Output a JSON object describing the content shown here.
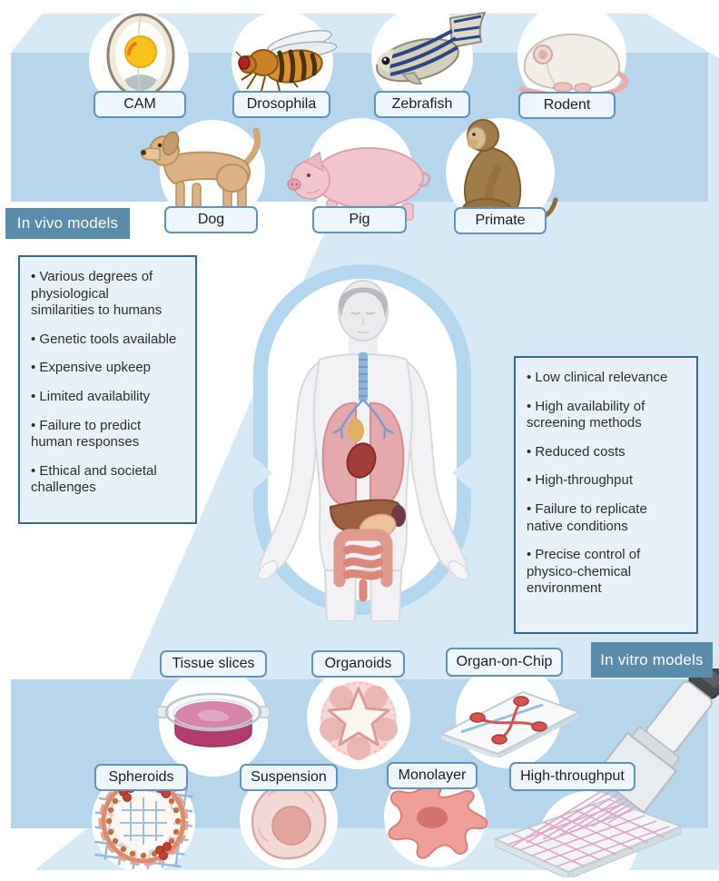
{
  "in_vivo": {
    "badge_label": "In vivo models",
    "models": [
      {
        "label": "CAM",
        "icon": "cam-egg-icon"
      },
      {
        "label": "Drosophila",
        "icon": "drosophila-fly-icon"
      },
      {
        "label": "Zebrafish",
        "icon": "zebrafish-icon"
      },
      {
        "label": "Rodent",
        "icon": "rodent-mouse-icon"
      },
      {
        "label": "Dog",
        "icon": "dog-icon"
      },
      {
        "label": "Pig",
        "icon": "pig-icon"
      },
      {
        "label": "Primate",
        "icon": "primate-monkey-icon"
      }
    ],
    "notes": [
      "• Various degrees of\nphysiological\nsimilarities to humans",
      "• Genetic tools available",
      "• Expensive upkeep",
      "• Limited availability",
      "• Failure to predict\nhuman responses",
      "• Ethical and societal\nchallenges"
    ]
  },
  "in_vitro": {
    "badge_label": "In vitro models",
    "models": [
      {
        "label": "Tissue slices",
        "icon": "tissue-slices-dish-icon"
      },
      {
        "label": "Organoids",
        "icon": "organoid-icon"
      },
      {
        "label": "Organ-on-Chip",
        "icon": "organ-on-chip-icon"
      },
      {
        "label": "Spheroids",
        "icon": "spheroid-icon"
      },
      {
        "label": "Suspension",
        "icon": "suspension-cell-icon"
      },
      {
        "label": "Monolayer",
        "icon": "monolayer-cell-icon"
      },
      {
        "label": "High-throughput",
        "icon": "high-throughput-pipette-icon"
      }
    ],
    "notes": [
      "• Low clinical relevance",
      "• High availability of\nscreening methods",
      "• Reduced costs",
      "• High-throughput",
      "• Failure to replicate\nnative conditions",
      "• Precise control of\nphysico-chemical\nenvironment"
    ]
  },
  "center": {
    "icon": "human-anatomy-icon"
  },
  "colors": {
    "background_light_blue": "#d8e9f6",
    "background_band_blue": "#b7d6ec",
    "badge_blue": "#5b8cab",
    "label_border_blue": "#5f93bb",
    "label_fill": "#eef5fc",
    "note_box_fill": "#e8f1f9",
    "note_box_border": "#346b92",
    "text_dark": "#2d2d2d"
  }
}
